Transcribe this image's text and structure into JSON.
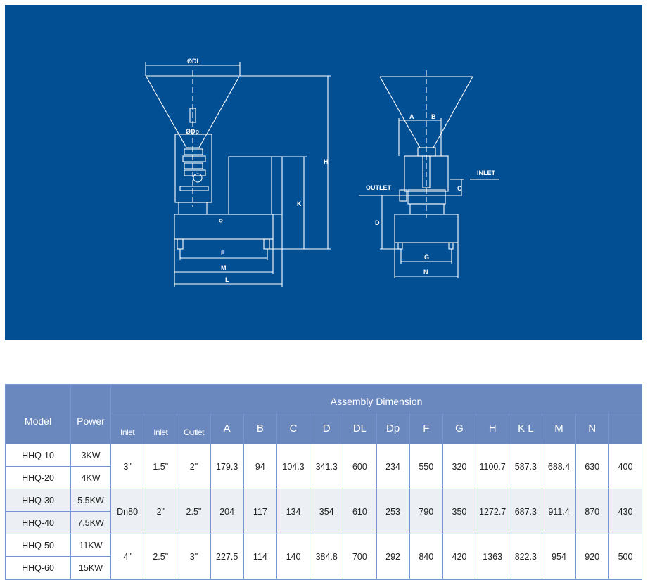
{
  "drawing": {
    "labels": {
      "DL": "ØDL",
      "Dp": "ØDp",
      "H": "H",
      "K": "K",
      "F": "F",
      "M": "M",
      "L": "L",
      "A": "A",
      "B": "B",
      "C": "C",
      "D": "D",
      "G": "G",
      "N": "N",
      "inlet": "INLET",
      "outlet": "OUTLET"
    }
  },
  "table": {
    "model": "Model",
    "power": "Power",
    "group": "Assembly Dimension",
    "sub": [
      "Inlet",
      "Inlet",
      "Outlet",
      "A",
      "B",
      "C",
      "D",
      "DL",
      "Dp",
      "F",
      "G",
      "H",
      "K L",
      "M",
      "N",
      ""
    ],
    "groups": [
      {
        "models": [
          "HHQ-10",
          "HHQ-20"
        ],
        "powers": [
          "3KW",
          "4KW"
        ],
        "values": [
          "3\"",
          "1.5\"",
          "2\"",
          "179.3",
          "94",
          "104.3",
          "341.3",
          "600",
          "234",
          "550",
          "320",
          "1100.7",
          "587.3",
          "688.4",
          "630",
          "400"
        ]
      },
      {
        "models": [
          "HHQ-30",
          "HHQ-40"
        ],
        "powers": [
          "5.5KW",
          "7.5KW"
        ],
        "values": [
          "Dn80",
          "2\"",
          "2.5\"",
          "204",
          "117",
          "134",
          "354",
          "610",
          "253",
          "790",
          "350",
          "1272.7",
          "687.3",
          "911.4",
          "870",
          "430"
        ]
      },
      {
        "models": [
          "HHQ-50",
          "HHQ-60"
        ],
        "powers": [
          "11KW",
          "15KW"
        ],
        "values": [
          "4\"",
          "2.5\"",
          "3\"",
          "227.5",
          "114",
          "140",
          "384.8",
          "700",
          "292",
          "840",
          "420",
          "1363",
          "822.3",
          "954",
          "920",
          "500"
        ]
      }
    ]
  }
}
